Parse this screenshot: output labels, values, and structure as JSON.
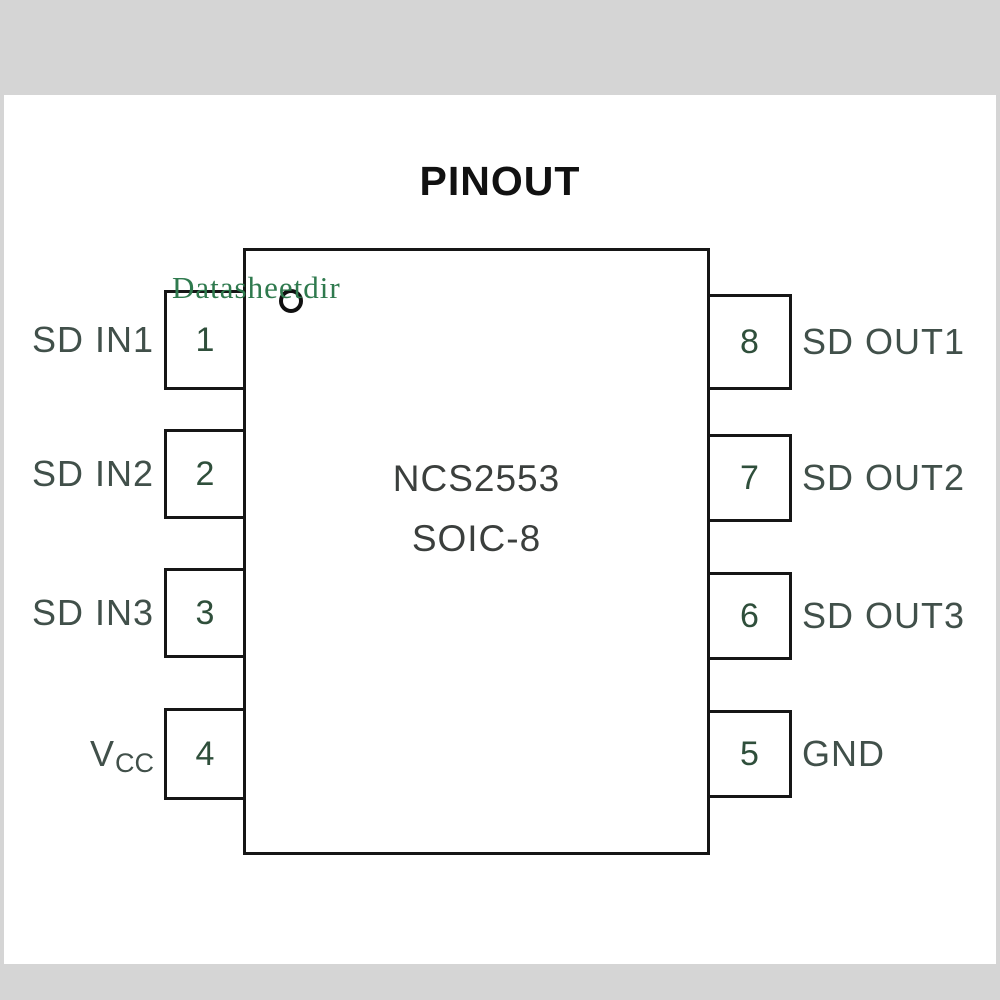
{
  "title": "PINOUT",
  "watermark": "Datasheetdir",
  "chip": {
    "name": "NCS2553",
    "package": "SOIC-8"
  },
  "pins_left": [
    {
      "number": "1",
      "label": "SD IN1",
      "label_sub": ""
    },
    {
      "number": "2",
      "label": "SD IN2",
      "label_sub": ""
    },
    {
      "number": "3",
      "label": "SD IN3",
      "label_sub": ""
    },
    {
      "number": "4",
      "label": "V",
      "label_sub": "CC"
    }
  ],
  "pins_right": [
    {
      "number": "8",
      "label": "SD OUT1",
      "label_sub": ""
    },
    {
      "number": "7",
      "label": "SD OUT2",
      "label_sub": ""
    },
    {
      "number": "6",
      "label": "SD OUT3",
      "label_sub": ""
    },
    {
      "number": "5",
      "label": "GND",
      "label_sub": ""
    }
  ],
  "colors": {
    "title": "#111111",
    "pin_number": "#2f4f3b",
    "pin_label": "#41504a",
    "watermark_green": "#2f7a4e",
    "outline": "#161616",
    "matte_gray": "#d5d5d5"
  }
}
